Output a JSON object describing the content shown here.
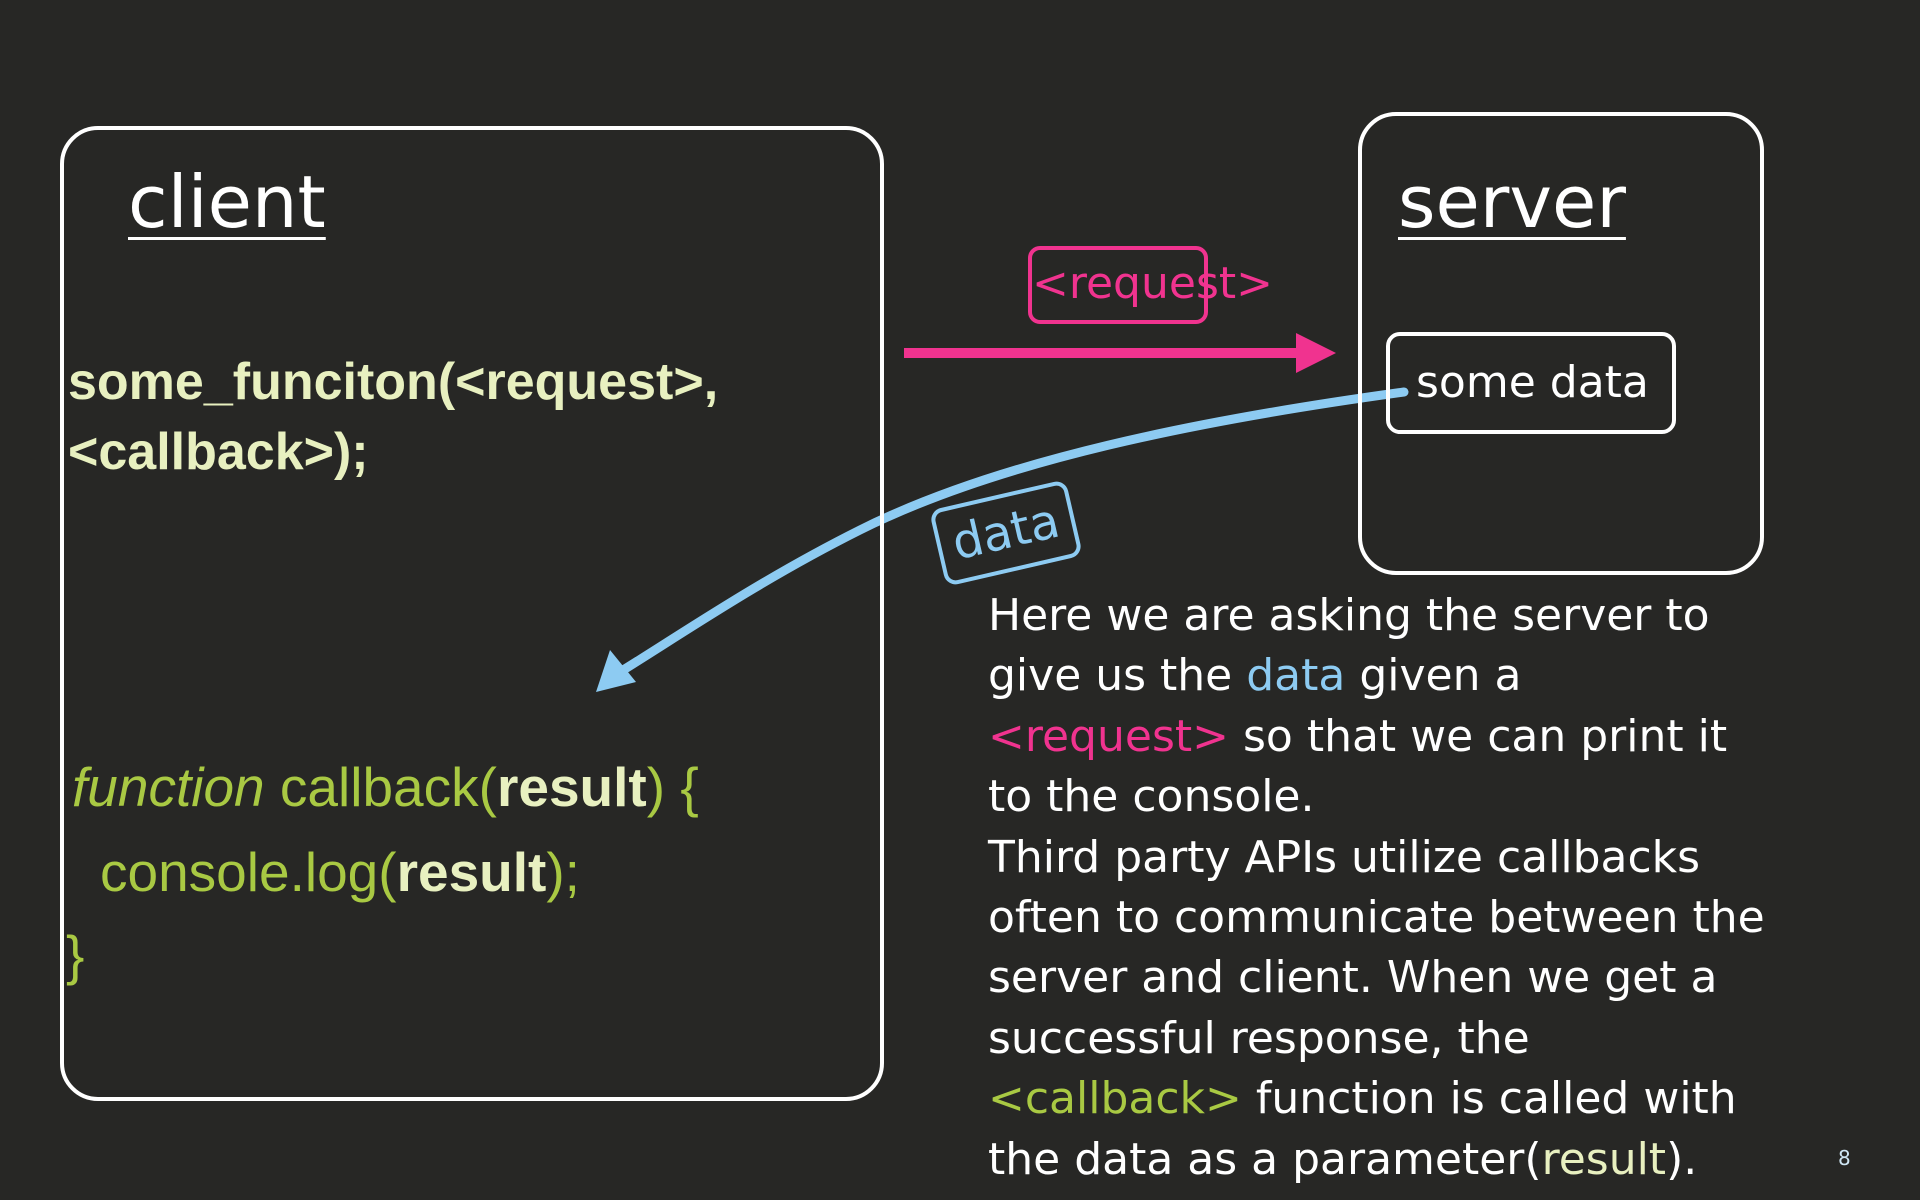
{
  "client": {
    "title": "client",
    "call_line1": "some_funciton(<request>,",
    "call_line2": "<callback>);",
    "fn_keyword": "function",
    "fn_name": " callback(",
    "fn_param": "result",
    "fn_close": ") {",
    "body_pre": "console.log(",
    "body_param": "result",
    "body_post": ");",
    "closing_brace": "}"
  },
  "server": {
    "title": "server",
    "data_box": "some data"
  },
  "labels": {
    "request": "<request>",
    "data": "data"
  },
  "description": {
    "p1_a": "Here we are asking the server to give us the ",
    "p1_data": "data",
    "p1_b": " given a ",
    "p1_request": "<request>",
    "p1_c": " so that we can print it to the console.",
    "p2_a": "Third party APIs utilize callbacks often to communicate between the server and client. When we get a successful response, the ",
    "p2_callback": "<callback>",
    "p2_b": " function is called with the data as a parameter(",
    "p2_result": "result",
    "p2_c": ")."
  },
  "page_number": "8",
  "colors": {
    "background": "#272725",
    "request_pink": "#f0338f",
    "data_blue": "#8dcbf2",
    "callback_green": "#a9c943",
    "code_pale": "#e8f0c0"
  }
}
